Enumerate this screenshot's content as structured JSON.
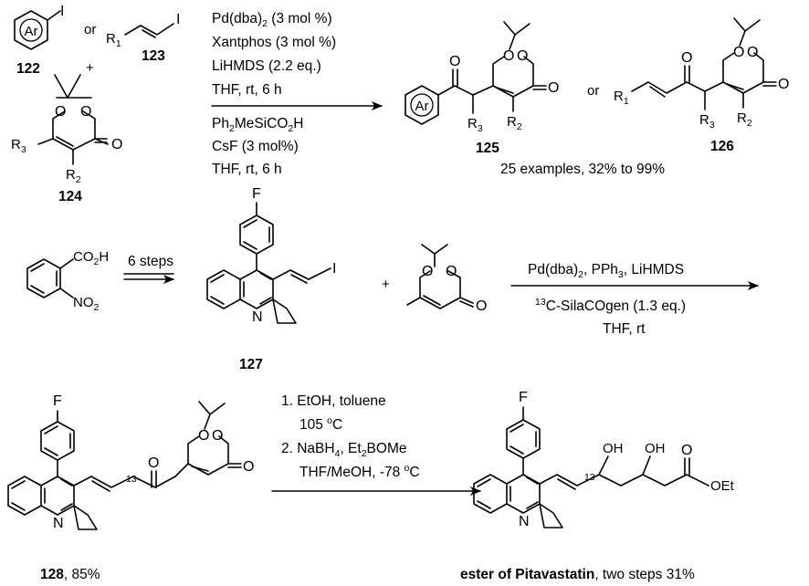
{
  "reaction1": {
    "reactant_aryl": "Ar",
    "or_1": "or",
    "reactant_vinyl_r": "R",
    "reactant_vinyl_r_sub": "1",
    "iodine": "I",
    "plus": "+",
    "labels": {
      "aryl": "122",
      "vinyl": "123",
      "dioxinone": "124"
    },
    "dioxinone_r3": "R",
    "dioxinone_r3_sub": "3",
    "dioxinone_r2": "R",
    "dioxinone_r2_sub": "2",
    "oxygen": "O",
    "conditions_top": [
      "Pd(dba)",
      "Xantphos (3 mol %)",
      "LiHMDS (2.2 eq.)",
      "THF, rt, 6 h"
    ],
    "conditions_top_pd_sub": "2",
    "conditions_top_pd_tail": " (3 mol %)",
    "conditions_bottom": [
      "Ph",
      "CsF (3 mol%)",
      "THF, rt, 6 h"
    ],
    "conditions_bottom_parts": [
      "Ph",
      "2",
      "MeSiCO",
      "2",
      "H"
    ],
    "product_125_label": "125",
    "product_126_label": "126",
    "product_ar": "Ar",
    "or_2": "or",
    "summary": "25 examples, 32% to 99%"
  },
  "reaction2": {
    "start_co2h_parts": [
      "CO",
      "2",
      "H"
    ],
    "start_no2_parts": [
      "NO",
      "2"
    ],
    "steps": "6 steps",
    "fluorine": "F",
    "iodine": "I",
    "nitrogen": "N",
    "label_127": "127",
    "plus": "+",
    "oxygen": "O",
    "conditions_line1_parts": [
      "Pd(dba)",
      "2",
      ", PPh",
      "3",
      ", LiHMDS"
    ],
    "conditions_line2_parts": [
      "13",
      "C-SilaCOgen (1.3 eq.)"
    ],
    "conditions_line3": "THF, rt"
  },
  "reaction3": {
    "fluorine": "F",
    "nitrogen": "N",
    "oxygen": "O",
    "isotope": "13",
    "label_128": "128",
    "yield_128": ", 85%",
    "step1_line1": "1. EtOH, toluene",
    "step1_line2_parts": [
      "105 ",
      "o",
      "C"
    ],
    "step2_line1_parts": [
      "2. NaBH",
      "4",
      ", Et",
      "2",
      "BOMe"
    ],
    "step2_line2_parts": [
      "THF/MeOH, -78 ",
      "o",
      "C"
    ],
    "product_oh": "OH",
    "product_oet": "OEt",
    "product_name": "ester of Pitavastatin",
    "product_yield": ", two steps 31%"
  }
}
